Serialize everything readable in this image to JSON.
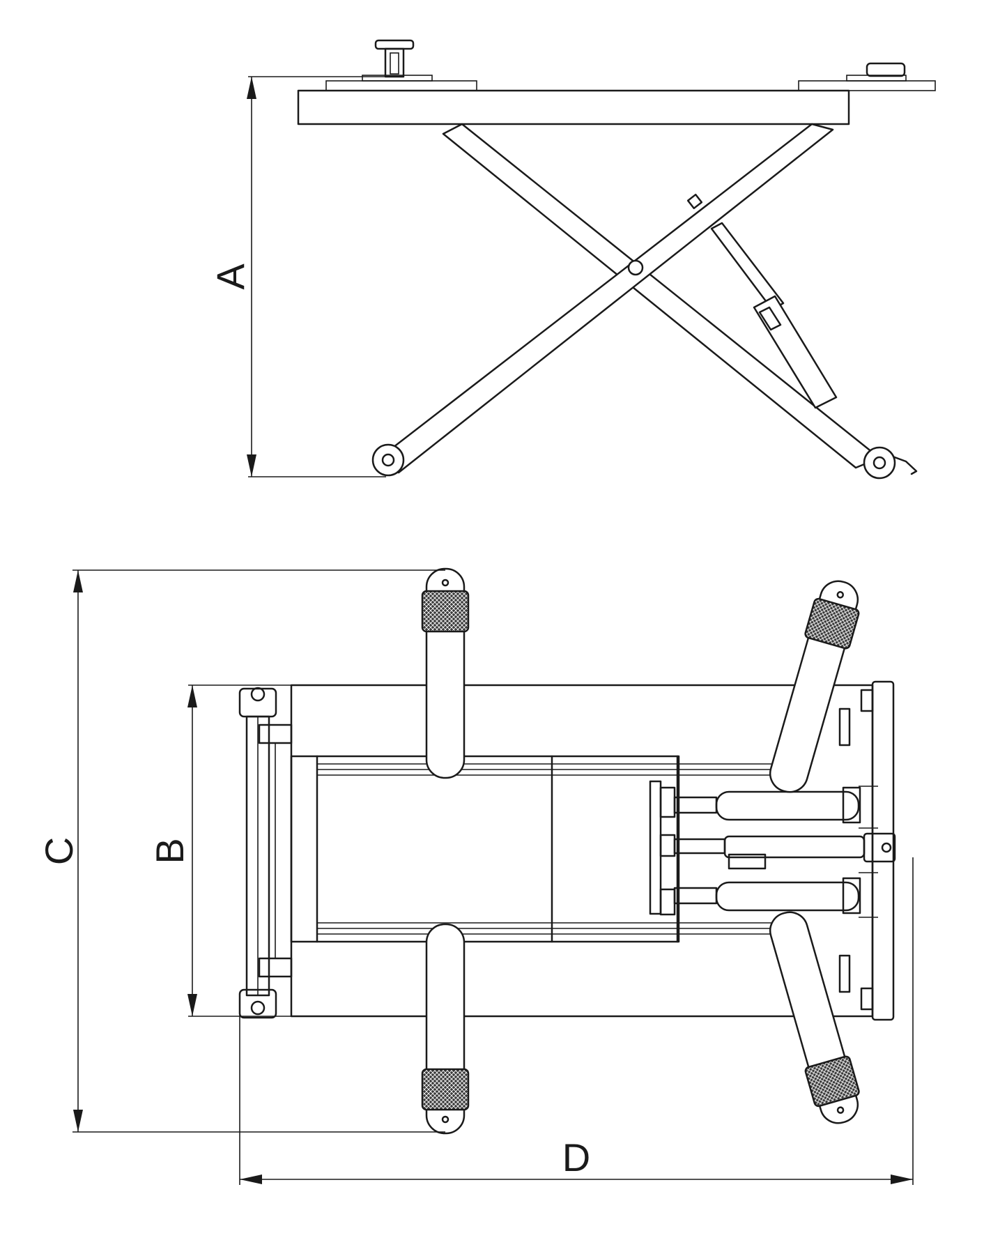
{
  "diagram": {
    "dimension_labels": {
      "a": "A",
      "b": "B",
      "c": "C",
      "d": "D"
    },
    "colors": {
      "line": "#1a1a1a",
      "background": "#ffffff"
    }
  }
}
